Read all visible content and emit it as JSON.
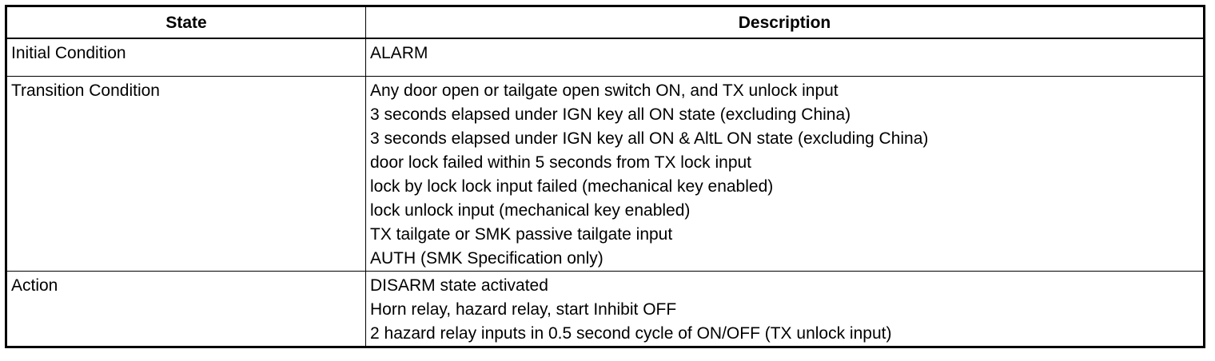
{
  "table": {
    "headers": {
      "state": "State",
      "description": "Description"
    },
    "rows": [
      {
        "state": "Initial Condition",
        "description": [
          "ALARM"
        ]
      },
      {
        "state": "Transition Condition",
        "description": [
          "Any door open or tailgate open switch ON, and TX unlock input",
          "3 seconds elapsed under IGN key all ON state (excluding China)",
          "3 seconds elapsed under IGN key all ON & AltL ON state (excluding China)",
          "door lock failed within 5 seconds from TX lock input",
          "lock by lock lock input failed (mechanical key enabled)",
          "lock unlock input (mechanical key enabled)",
          "TX tailgate or SMK passive tailgate input",
          "AUTH (SMK Specification only)"
        ]
      },
      {
        "state": "Action",
        "description": [
          "DISARM state activated",
          "Horn relay, hazard relay, start Inhibit OFF",
          "2 hazard relay inputs in 0.5 second cycle of ON/OFF (TX unlock input)"
        ]
      }
    ]
  }
}
